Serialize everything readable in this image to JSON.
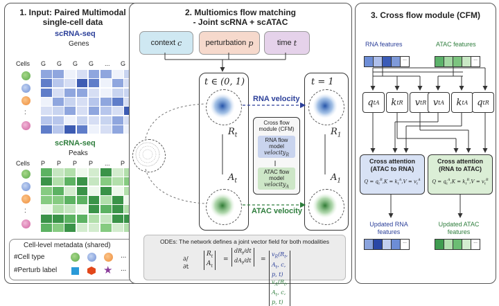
{
  "panel1": {
    "title": "1.   Input: Paired Multimodal single-cell data",
    "rna_title": "scRNA-seq",
    "genes_label": "Genes",
    "cells_label": "Cells",
    "gene_cols": [
      "G",
      "G",
      "G",
      "G",
      "...",
      "G"
    ],
    "atac_title": "scRNA-seq",
    "peaks_label": "Peaks",
    "peak_cols": [
      "P",
      "P",
      "P",
      "P",
      "...",
      "P"
    ],
    "vertical_ellipsis": ":",
    "metadata_title": "Cell-level metadata (shared)",
    "cell_type_label": "#Cell type",
    "perturb_label": "#Perturb label",
    "ellipsis": "..."
  },
  "panel2": {
    "title": "2. Multiomics flow matching",
    "subtitle": "- Joint scRNA + scATAC",
    "context_label": "context",
    "context_sym": "c",
    "perturbation_label": "perturbation",
    "perturbation_sym": "p",
    "time_label": "time",
    "time_sym": "t",
    "t_interval": "t ∈ (0, 1)",
    "t_one": "t = 1",
    "rna_velocity": "RNA velocity",
    "atac_velocity": "ATAC velocity",
    "R_t": "R",
    "R_t_sub": "t",
    "A_t": "A",
    "A_t_sub": "t",
    "R_1": "R",
    "R_1_sub": "1",
    "A_1": "A",
    "A_1_sub": "1",
    "cfm_title": "Cross flow module (CFM)",
    "rna_model": "RNA flow model",
    "rna_vel": "velocity",
    "rna_vel_sub": "R",
    "atac_model": "ATAC flow model",
    "atac_vel": "velocity",
    "atac_vel_sub": "A",
    "ode_text": "ODEs: The network defines a joint vector field for both modalities"
  },
  "panel3": {
    "title": "3. Cross flow module (CFM)",
    "rna_features": "RNA features",
    "atac_features": "ATAC features",
    "ellipsis": "...",
    "q_a": "q",
    "k_r": "k",
    "v_r": "v",
    "v_a": "v",
    "k_a": "k",
    "q_r": "q",
    "cross_att_left_title": "Cross attention (ATAC to RNA)",
    "cross_att_left_eq": "Q = q",
    "cross_att_right_title": "Cross attention (RNA to ATAC)",
    "cross_att_right_eq": "Q = q",
    "updated_rna": "Updated RNA features",
    "updated_atac": "Updated ATAC features"
  },
  "colors": {
    "rna_blue": "#2b3f99",
    "atac_green": "#2e7d3c",
    "context_bg": "#cfe8f2",
    "perturb_bg": "#f6d9cc",
    "time_bg": "#e5d2ea"
  }
}
